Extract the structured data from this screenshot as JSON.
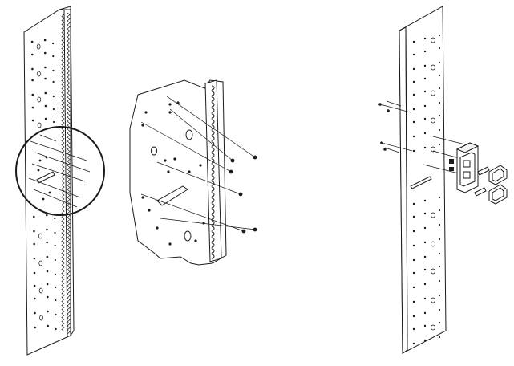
{
  "figure": {
    "panels": [
      {
        "name": "left-rail-with-detail-circle"
      },
      {
        "name": "enlarged-rail-detail"
      },
      {
        "name": "right-rail-with-bracket-assembly"
      }
    ]
  },
  "colors": {
    "line": "#1a1a1a",
    "background": "#ffffff",
    "panel_fill": "#f2f2f2"
  }
}
